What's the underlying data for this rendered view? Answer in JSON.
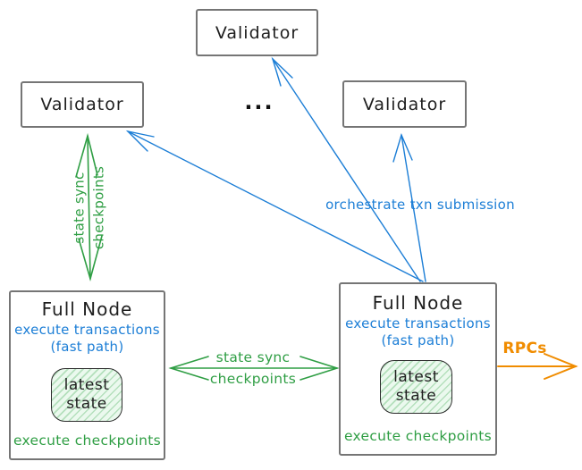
{
  "colors": {
    "blue": "#1c7ed6",
    "green": "#2f9e44",
    "orange": "#f08c00",
    "box_border": "#757575",
    "ink": "#1e1e1e"
  },
  "validators": {
    "top": "Validator",
    "left": "Validator",
    "right": "Validator",
    "ellipsis": "..."
  },
  "full_node_left": {
    "title": "Full Node",
    "exec_line1": "execute transactions",
    "exec_line2": "(fast path)",
    "state_line1": "latest",
    "state_line2": "state",
    "footer": "execute checkpoints"
  },
  "full_node_right": {
    "title": "Full Node",
    "exec_line1": "execute transactions",
    "exec_line2": "(fast path)",
    "state_line1": "latest",
    "state_line2": "state",
    "footer": "execute checkpoints"
  },
  "edges": {
    "state_sync_vertical": {
      "line1": "state sync",
      "line2": "checkpoints"
    },
    "state_sync_horizontal": {
      "line1": "state sync",
      "line2": "checkpoints"
    },
    "orchestrate": {
      "label": "orchestrate txn submission"
    },
    "rpcs": {
      "label": "RPCs"
    }
  }
}
